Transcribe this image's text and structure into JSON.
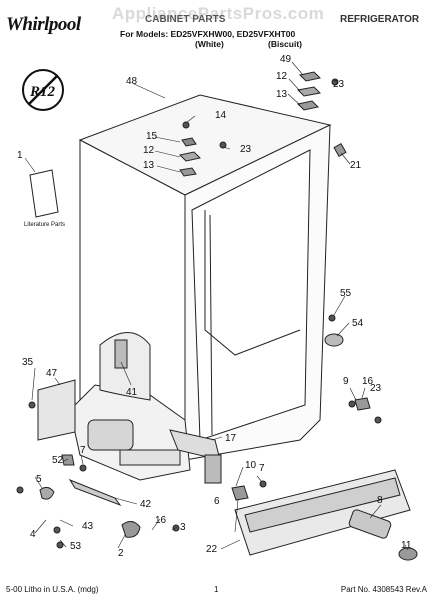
{
  "header": {
    "brand": "Whirlpool",
    "watermark": "AppliancePartsPros.com",
    "section_title": "CABINET PARTS",
    "category": "REFRIGERATOR",
    "models_line": "For Models: ED25VFXHW00, ED25VFXHT00",
    "variant_white": "(White)",
    "variant_biscuit": "(Biscuit)"
  },
  "badge_text": "R12",
  "literature_label": "Literature Parts",
  "callouts": [
    "49",
    "12",
    "13",
    "23",
    "48",
    "14",
    "15",
    "12",
    "23",
    "13",
    "21",
    "1",
    "55",
    "54",
    "35",
    "47",
    "41",
    "9",
    "16",
    "23",
    "17",
    "52",
    "7",
    "10",
    "7",
    "5",
    "42",
    "8",
    "43",
    "16",
    "3",
    "6",
    "11",
    "4",
    "53",
    "2",
    "22"
  ],
  "footer": {
    "left": "5-00 Litho in U.S.A. (mdg)",
    "center": "1",
    "right": "Part No. 4308543 Rev.A"
  }
}
